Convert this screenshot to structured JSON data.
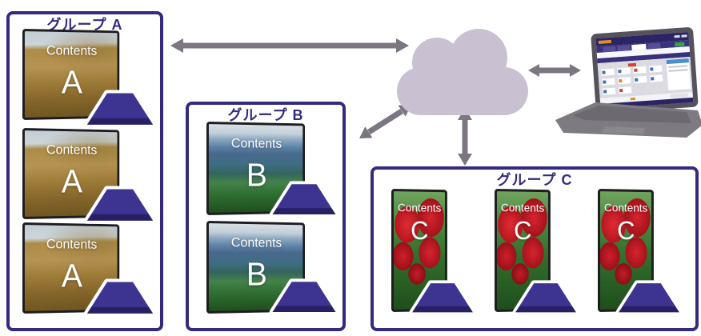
{
  "groups": [
    {
      "id": "A",
      "label": "グループ A",
      "contents_label": "Contents",
      "letter": "A",
      "display_count": 3,
      "orientation": "landscape",
      "scene": "golden-grass-hillside"
    },
    {
      "id": "B",
      "label": "グループ B",
      "contents_label": "Contents",
      "letter": "B",
      "display_count": 2,
      "orientation": "landscape",
      "scene": "blue-green-mountains"
    },
    {
      "id": "C",
      "label": "グループ C",
      "contents_label": "Contents",
      "letter": "C",
      "display_count": 3,
      "orientation": "portrait",
      "scene": "red-tulips"
    }
  ],
  "colors": {
    "accent_indigo": "#342b7e",
    "cloud": "#c9c1d2",
    "arrow": "#7b7680",
    "player_body": "#3d3492",
    "player_band": "#272164",
    "display_bezel": "#1d1c20",
    "laptop_gray": "#7d7a82"
  }
}
